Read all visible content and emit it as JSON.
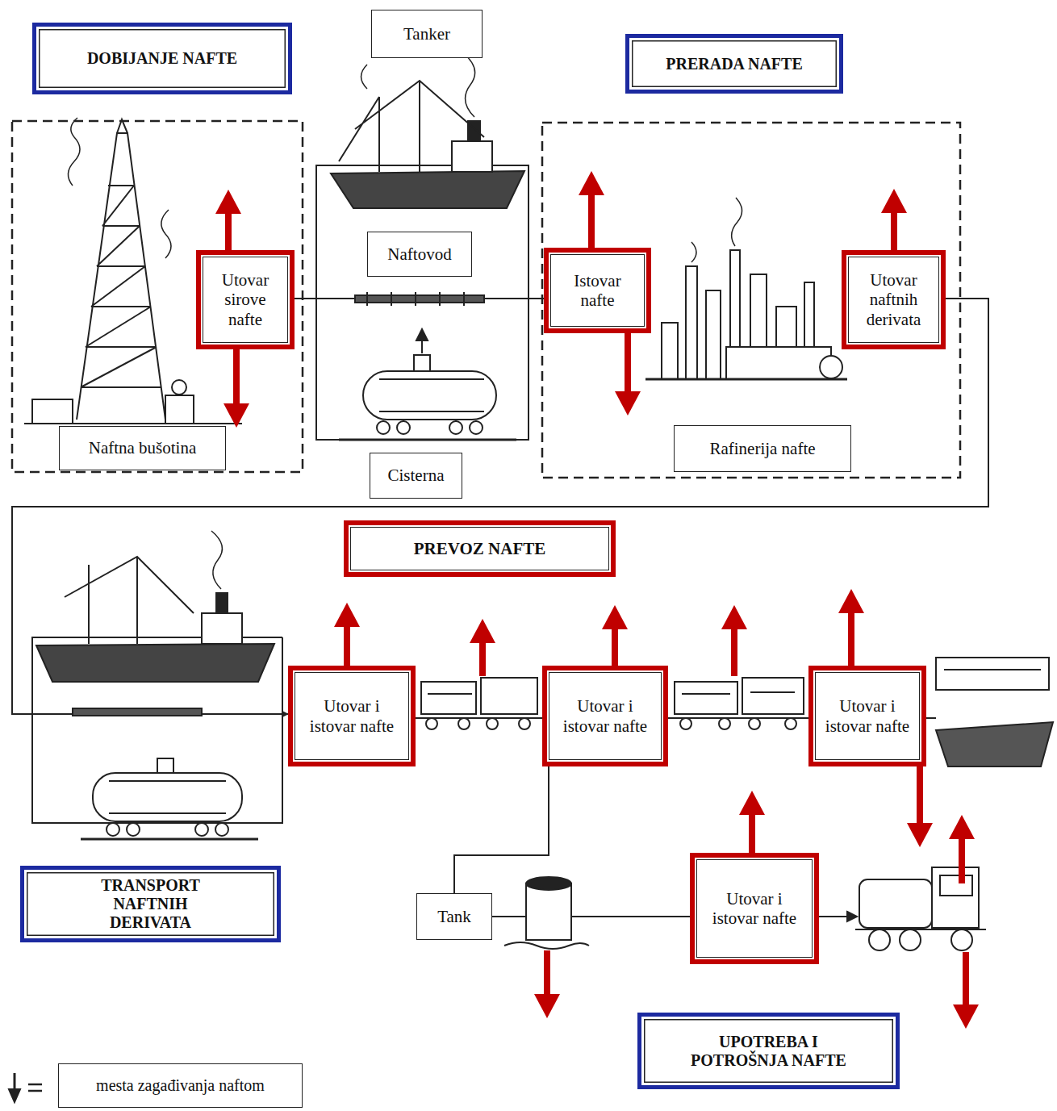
{
  "diagram": {
    "nodes": [
      {
        "text": [
          "DOBIJANJE NAFTE"
        ]
      },
      {
        "text": [
          "Tanker"
        ]
      },
      {
        "text": [
          "PRERADA NAFTE"
        ]
      },
      {
        "text": [
          "Utovar sirove nafte"
        ]
      },
      {
        "text": [
          "Naftovod"
        ]
      },
      {
        "text": [
          "Istovar nafte"
        ]
      },
      {
        "text": [
          "Utovar naftnih derivata"
        ]
      },
      {
        "text": [
          "Naftna bušotina"
        ]
      },
      {
        "text": [
          "Cisterna"
        ]
      },
      {
        "text": [
          "Rafinerija nafte"
        ]
      },
      {
        "text": [
          "PREVOZ NAFTE"
        ]
      },
      {
        "text": [
          "Utovar i istovar nafte"
        ]
      },
      {
        "text": [
          "Utovar i istovar nafte"
        ]
      },
      {
        "text": [
          "Utovar i istovar nafte"
        ]
      },
      {
        "text": [
          "TRANSPORT NAFTNIH DERIVATA"
        ]
      },
      {
        "text": [
          "Tank"
        ]
      },
      {
        "text": [
          "Utovar i istovar nafte"
        ]
      },
      {
        "text": [
          "UPOTREBA I POTROŠNJA NAFTE"
        ]
      }
    ],
    "edges": [
      {
        "from": 3,
        "to": 5,
        "arrow": "none"
      },
      {
        "from": 6,
        "to": 11,
        "arrow": "to"
      },
      {
        "from": 11,
        "to": 12,
        "arrow": "none"
      },
      {
        "from": 12,
        "to": 13,
        "arrow": "none"
      },
      {
        "from": 12,
        "to": 15,
        "arrow": "none"
      },
      {
        "from": 15,
        "to": 16,
        "arrow": "none"
      }
    ],
    "legend": [
      {
        "text": "mesta zagađivanja naftom"
      }
    ]
  }
}
